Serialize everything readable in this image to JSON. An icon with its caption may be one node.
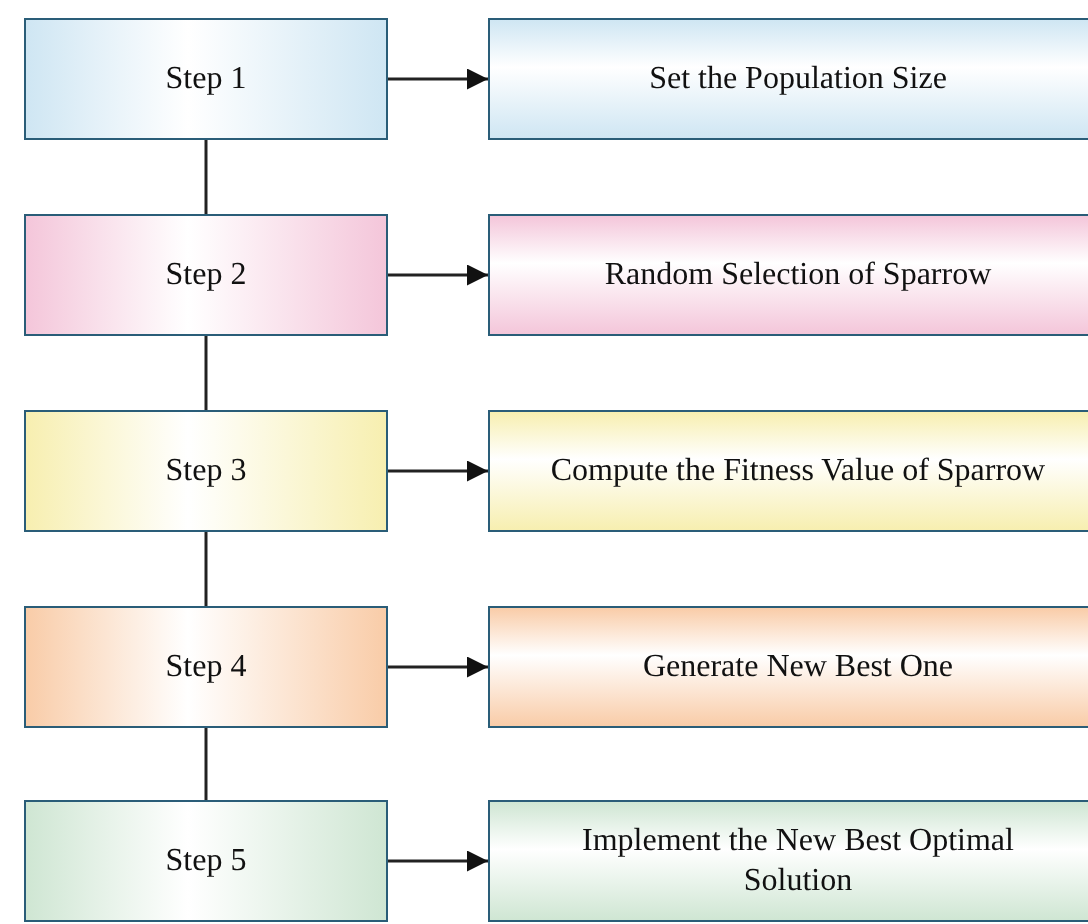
{
  "diagram": {
    "nodes": [
      {
        "text": [
          "Step 1"
        ]
      },
      {
        "text": [
          "Set the Population Size"
        ]
      },
      {
        "text": [
          "Step 2"
        ]
      },
      {
        "text": [
          "Random Selection of Sparrow"
        ]
      },
      {
        "text": [
          "Step 3"
        ]
      },
      {
        "text": [
          "Compute the Fitness Value of Sparrow"
        ]
      },
      {
        "text": [
          "Step 4"
        ]
      },
      {
        "text": [
          "Generate New Best One"
        ]
      },
      {
        "text": [
          "Step 5"
        ]
      },
      {
        "text": [
          "Implement the New Best Optimal Solution"
        ]
      }
    ],
    "edges": [
      {
        "from": 0,
        "to": 1,
        "arrow": "to"
      },
      {
        "from": 2,
        "to": 3,
        "arrow": "to"
      },
      {
        "from": 4,
        "to": 5,
        "arrow": "to"
      },
      {
        "from": 6,
        "to": 7,
        "arrow": "to"
      },
      {
        "from": 8,
        "to": 9,
        "arrow": "to"
      },
      {
        "from": 0,
        "to": 2,
        "arrow": "none"
      },
      {
        "from": 2,
        "to": 4,
        "arrow": "none"
      },
      {
        "from": 4,
        "to": 6,
        "arrow": "none"
      },
      {
        "from": 6,
        "to": 8,
        "arrow": "none"
      }
    ]
  }
}
